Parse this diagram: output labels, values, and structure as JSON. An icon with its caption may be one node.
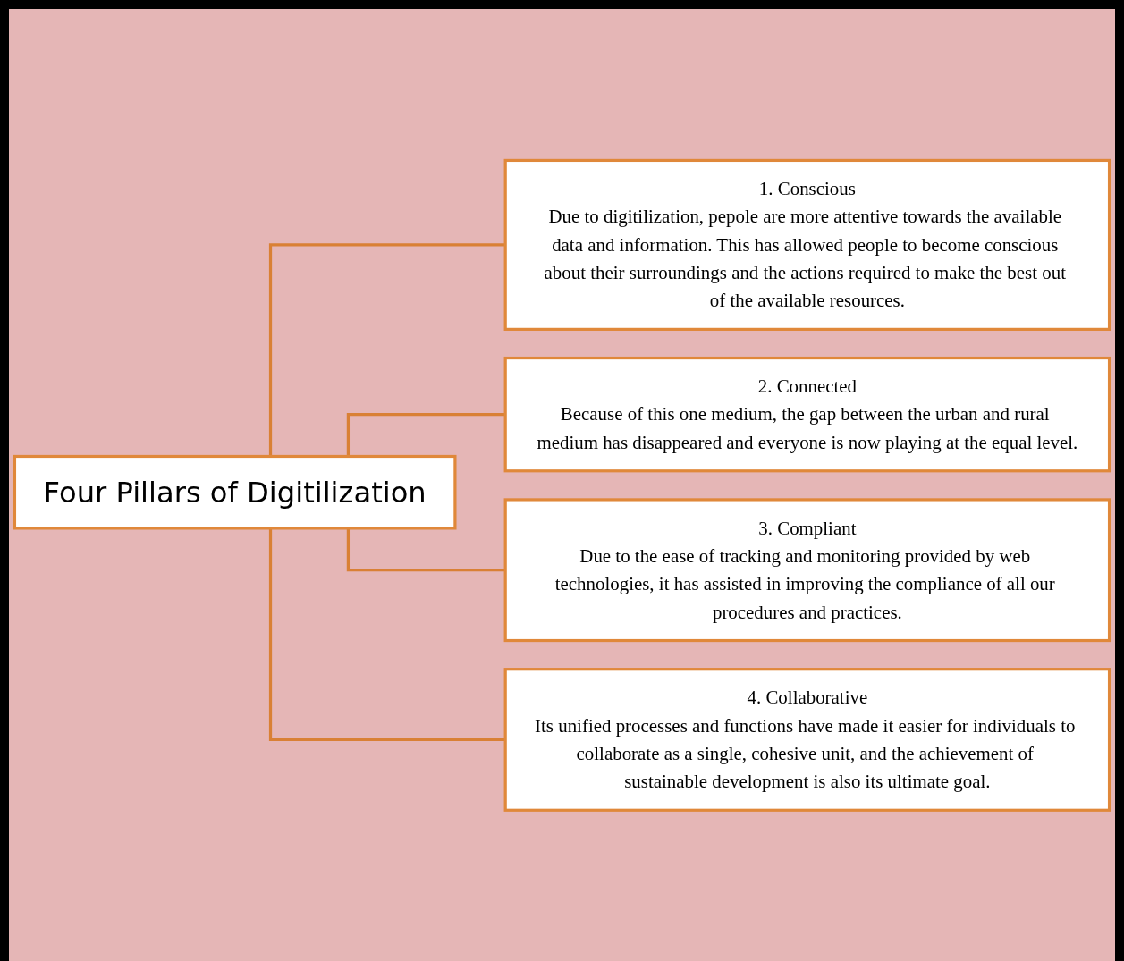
{
  "diagram": {
    "nodes": [
      {
        "text": [
          "Four Pillars of Digitilization"
        ]
      },
      {
        "text": [
          "1. Conscious",
          "Due to digitilization, pepole are more attentive towards the available data and information. This has allowed people to become conscious about their surroundings and the actions required to make the best out of the available resources."
        ]
      },
      {
        "text": [
          "2. Connected",
          "Because of this one medium, the gap between the urban and rural medium has disappeared and everyone is now playing at the equal level."
        ]
      },
      {
        "text": [
          "3. Compliant",
          "Due to the ease of tracking and monitoring provided by web technologies, it has assisted in improving the compliance of all our procedures and practices."
        ]
      },
      {
        "text": [
          "4. Collaborative",
          "Its unified processes and functions have made it easier for individuals to collaborate as a single, cohesive unit, and the achievement of sustainable development is also its ultimate goal."
        ]
      }
    ],
    "edges": [
      {
        "from": 0,
        "to": 1,
        "arrow": "none"
      },
      {
        "from": 0,
        "to": 2,
        "arrow": "none"
      },
      {
        "from": 0,
        "to": 3,
        "arrow": "none"
      },
      {
        "from": 0,
        "to": 4,
        "arrow": "none"
      }
    ]
  }
}
